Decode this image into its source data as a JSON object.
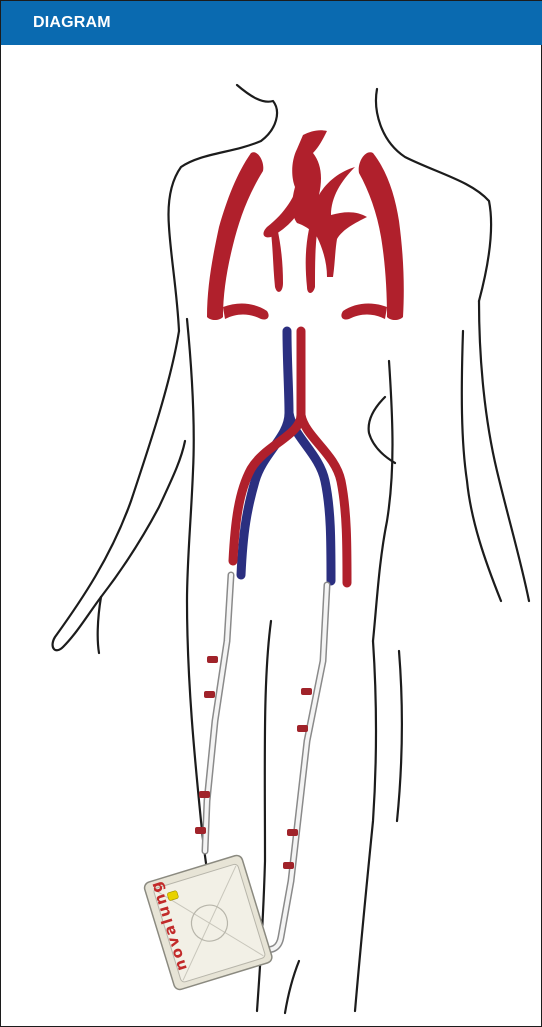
{
  "header": {
    "label": "DIAGRAM"
  },
  "device": {
    "brand_label": "novalung"
  },
  "colors": {
    "header_bg": "#0a6ab0",
    "artery_red": "#b0202c",
    "vein_blue": "#2b2f80",
    "outline": "#1c1c1c",
    "cannula_clamp": "#a0232a"
  },
  "icons": {
    "outline": "human-torso-outline",
    "lungs": "lung-vessels",
    "device": "oxygenator-device"
  }
}
